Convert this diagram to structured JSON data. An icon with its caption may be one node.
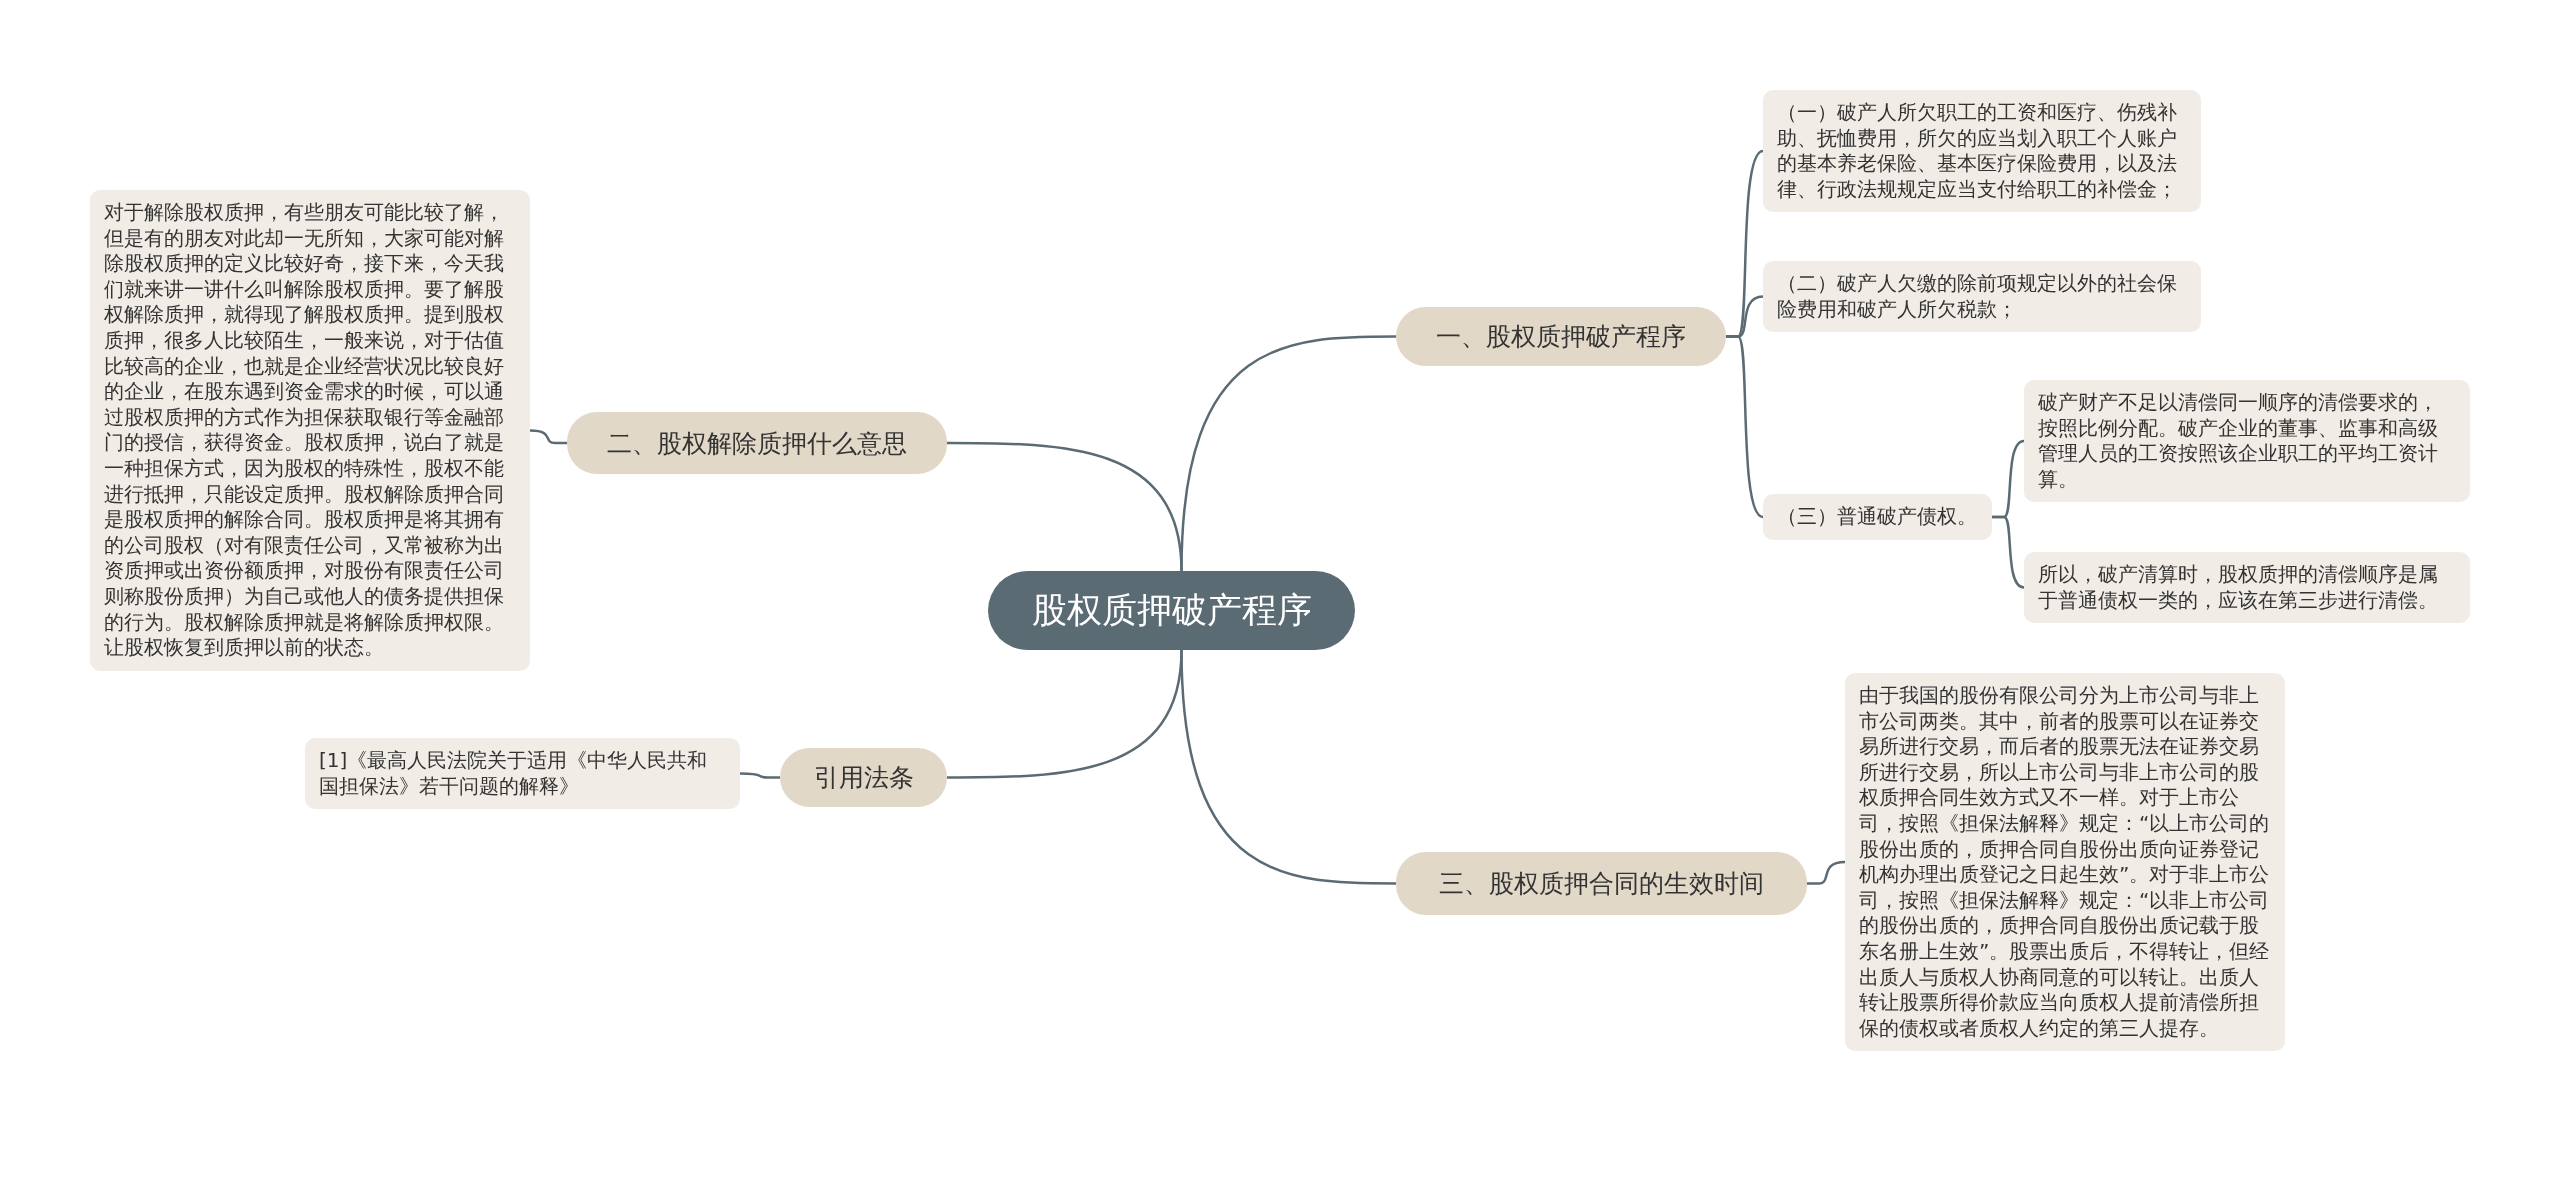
{
  "diagram": {
    "nodes": [
      {
        "text": [
          "股权质押破产程序"
        ]
      },
      {
        "text": [
          "一、股权质押破产程序"
        ]
      },
      {
        "text": [
          "（一）破产人所欠职工的工资和医疗、伤残补助、抚恤费用，所欠的应当划入职工个人账户的基本养老保险、基本医疗保险费用，以及法律、行政法规规定应当支付给职工的补偿金；"
        ]
      },
      {
        "text": [
          "（二）破产人欠缴的除前项规定以外的社会保险费用和破产人所欠税款；"
        ]
      },
      {
        "text": [
          "（三）普通破产债权。"
        ]
      },
      {
        "text": [
          "破产财产不足以清偿同一顺序的清偿要求的，按照比例分配。破产企业的董事、监事和高级管理人员的工资按照该企业职工的平均工资计算。"
        ]
      },
      {
        "text": [
          "所以，破产清算时，股权质押的清偿顺序是属于普通债权一类的，应该在第三步进行清偿。"
        ]
      },
      {
        "text": [
          "二、股权解除质押什么意思"
        ]
      },
      {
        "text": [
          "对于解除股权质押，有些朋友可能比较了解，但是有的朋友对此却一无所知，大家可能对解除股权质押的定义比较好奇，接下来，今天我们就来讲一讲什么叫解除股权质押。要了解股权解除质押，就得现了解股权质押。提到股权质押，很多人比较陌生，一般来说，对于估值比较高的企业，也就是企业经营状况比较良好的企业，在股东遇到资金需求的时候，可以通过股权质押的方式作为担保获取银行等金融部门的授信，获得资金。股权质押，说白了就是一种担保方式，因为股权的特殊性，股权不能进行抵押，只能设定质押。股权解除质押合同是股权质押的解除合同。股权质押是将其拥有的公司股权（对有限责任公司，又常被称为出资质押或出资份额质押，对股份有限责任公司则称股份质押）为自己或他人的债务提供担保的行为。股权解除质押就是将解除质押权限。让股权恢复到质押以前的状态。"
        ]
      },
      {
        "text": [
          "引用法条"
        ]
      },
      {
        "text": [
          "[1]《最高人民法院关于适用《中华人民共和国担保法》若干问题的解释》"
        ]
      },
      {
        "text": [
          "三、股权质押合同的生效时间"
        ]
      },
      {
        "text": [
          "由于我国的股份有限公司分为上市公司与非上市公司两类。其中，前者的股票可以在证券交易所进行交易，而后者的股票无法在证券交易所进行交易，所以上市公司与非上市公司的股权质押合同生效方式又不一样。对于上市公司，按照《担保法解释》规定：“以上市公司的股份出质的，质押合同自股份出质向证券登记机构办理出质登记之日起生效”。对于非上市公司，按照《担保法解释》规定：“以非上市公司的股份出质的，质押合同自股份出质记载于股东名册上生效”。股票出质后，不得转让，但经出质人与质权人协商同意的可以转让。出质人转让股票所得价款应当向质权人提前清偿所担保的债权或者质权人约定的第三人提存。"
        ]
      }
    ],
    "edges": [
      {
        "from": 0,
        "to": 1,
        "arrow": "none"
      },
      {
        "from": 1,
        "to": 2,
        "arrow": "none"
      },
      {
        "from": 1,
        "to": 3,
        "arrow": "none"
      },
      {
        "from": 1,
        "to": 4,
        "arrow": "none"
      },
      {
        "from": 4,
        "to": 5,
        "arrow": "none"
      },
      {
        "from": 4,
        "to": 6,
        "arrow": "none"
      },
      {
        "from": 0,
        "to": 7,
        "arrow": "none"
      },
      {
        "from": 7,
        "to": 8,
        "arrow": "none"
      },
      {
        "from": 0,
        "to": 9,
        "arrow": "none"
      },
      {
        "from": 9,
        "to": 10,
        "arrow": "none"
      },
      {
        "from": 0,
        "to": 11,
        "arrow": "none"
      },
      {
        "from": 11,
        "to": 12,
        "arrow": "none"
      }
    ]
  }
}
